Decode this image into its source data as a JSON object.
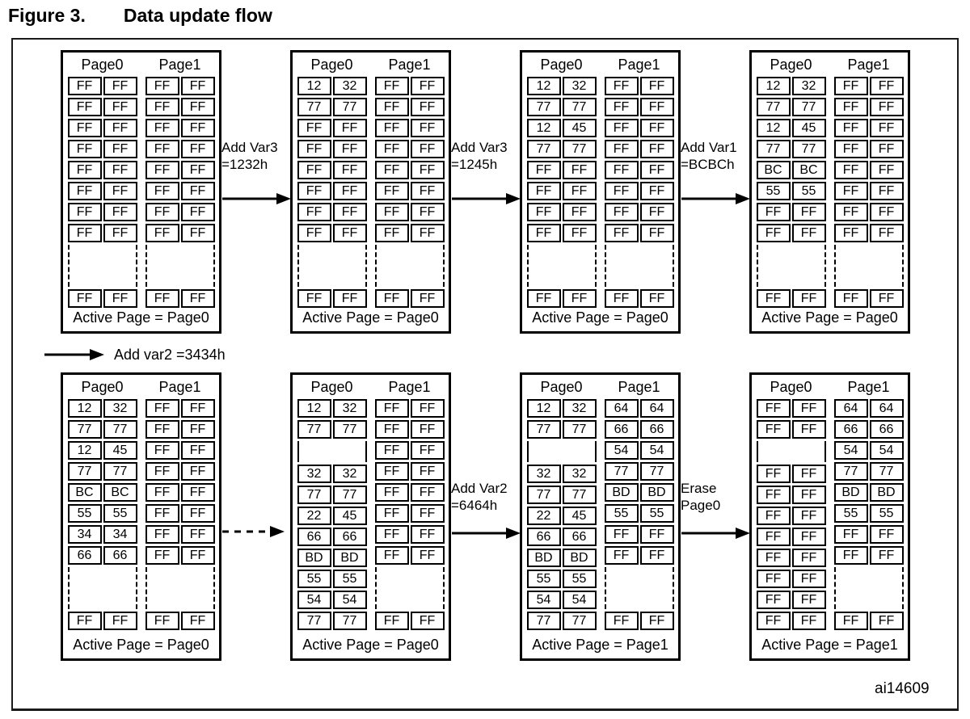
{
  "figure": {
    "label": "Figure 3.",
    "title": "Data update flow",
    "watermark": "ai14609"
  },
  "legend": {
    "text": "Add var2  =3434h"
  },
  "connectors": {
    "top": [
      {
        "lines": [
          "Add Var3",
          "=1232h"
        ],
        "style": "solid"
      },
      {
        "lines": [
          "Add Var3",
          "=1245h"
        ],
        "style": "solid"
      },
      {
        "lines": [
          "Add Var1",
          "=BCBCh"
        ],
        "style": "solid"
      }
    ],
    "bottom": [
      {
        "lines": [],
        "style": "dashed"
      },
      {
        "lines": [
          "Add Var2",
          "=6464h"
        ],
        "style": "solid"
      },
      {
        "lines": [
          "Erase",
          "Page0"
        ],
        "style": "solid"
      }
    ]
  },
  "colors": {
    "ink": "#000000",
    "paper": "#ffffff"
  },
  "panels": [
    {
      "headers": [
        "Page0",
        "Page1"
      ],
      "active": "Active Page = Page0",
      "page0": {
        "segments": [
          {
            "rows": [
              [
                "FF",
                "FF"
              ],
              [
                "FF",
                "FF"
              ],
              [
                "FF",
                "FF"
              ],
              [
                "FF",
                "FF"
              ],
              [
                "FF",
                "FF"
              ],
              [
                "FF",
                "FF"
              ],
              [
                "FF",
                "FF"
              ],
              [
                "FF",
                "FF"
              ]
            ]
          },
          {
            "gap": "dashed"
          },
          {
            "rows": [
              [
                "FF",
                "FF"
              ]
            ]
          }
        ]
      },
      "page1": {
        "segments": [
          {
            "rows": [
              [
                "FF",
                "FF"
              ],
              [
                "FF",
                "FF"
              ],
              [
                "FF",
                "FF"
              ],
              [
                "FF",
                "FF"
              ],
              [
                "FF",
                "FF"
              ],
              [
                "FF",
                "FF"
              ],
              [
                "FF",
                "FF"
              ],
              [
                "FF",
                "FF"
              ]
            ]
          },
          {
            "gap": "dashed"
          },
          {
            "rows": [
              [
                "FF",
                "FF"
              ]
            ]
          }
        ]
      }
    },
    {
      "headers": [
        "Page0",
        "Page1"
      ],
      "active": "Active Page = Page0",
      "page0": {
        "segments": [
          {
            "rows": [
              [
                "12",
                "32"
              ],
              [
                "77",
                "77"
              ],
              [
                "FF",
                "FF"
              ],
              [
                "FF",
                "FF"
              ],
              [
                "FF",
                "FF"
              ],
              [
                "FF",
                "FF"
              ],
              [
                "FF",
                "FF"
              ],
              [
                "FF",
                "FF"
              ]
            ]
          },
          {
            "gap": "dashed"
          },
          {
            "rows": [
              [
                "FF",
                "FF"
              ]
            ]
          }
        ]
      },
      "page1": {
        "segments": [
          {
            "rows": [
              [
                "FF",
                "FF"
              ],
              [
                "FF",
                "FF"
              ],
              [
                "FF",
                "FF"
              ],
              [
                "FF",
                "FF"
              ],
              [
                "FF",
                "FF"
              ],
              [
                "FF",
                "FF"
              ],
              [
                "FF",
                "FF"
              ],
              [
                "FF",
                "FF"
              ]
            ]
          },
          {
            "gap": "dashed"
          },
          {
            "rows": [
              [
                "FF",
                "FF"
              ]
            ]
          }
        ]
      }
    },
    {
      "headers": [
        "Page0",
        "Page1"
      ],
      "active": "Active Page = Page0",
      "page0": {
        "segments": [
          {
            "rows": [
              [
                "12",
                "32"
              ],
              [
                "77",
                "77"
              ],
              [
                "12",
                "45"
              ],
              [
                "77",
                "77"
              ],
              [
                "FF",
                "FF"
              ],
              [
                "FF",
                "FF"
              ],
              [
                "FF",
                "FF"
              ],
              [
                "FF",
                "FF"
              ]
            ]
          },
          {
            "gap": "dashed"
          },
          {
            "rows": [
              [
                "FF",
                "FF"
              ]
            ]
          }
        ]
      },
      "page1": {
        "segments": [
          {
            "rows": [
              [
                "FF",
                "FF"
              ],
              [
                "FF",
                "FF"
              ],
              [
                "FF",
                "FF"
              ],
              [
                "FF",
                "FF"
              ],
              [
                "FF",
                "FF"
              ],
              [
                "FF",
                "FF"
              ],
              [
                "FF",
                "FF"
              ],
              [
                "FF",
                "FF"
              ]
            ]
          },
          {
            "gap": "dashed"
          },
          {
            "rows": [
              [
                "FF",
                "FF"
              ]
            ]
          }
        ]
      }
    },
    {
      "headers": [
        "Page0",
        "Page1"
      ],
      "active": "Active Page = Page0",
      "page0": {
        "segments": [
          {
            "rows": [
              [
                "12",
                "32"
              ],
              [
                "77",
                "77"
              ],
              [
                "12",
                "45"
              ],
              [
                "77",
                "77"
              ],
              [
                "BC",
                "BC"
              ],
              [
                "55",
                "55"
              ],
              [
                "FF",
                "FF"
              ],
              [
                "FF",
                "FF"
              ]
            ]
          },
          {
            "gap": "dashed"
          },
          {
            "rows": [
              [
                "FF",
                "FF"
              ]
            ]
          }
        ]
      },
      "page1": {
        "segments": [
          {
            "rows": [
              [
                "FF",
                "FF"
              ],
              [
                "FF",
                "FF"
              ],
              [
                "FF",
                "FF"
              ],
              [
                "FF",
                "FF"
              ],
              [
                "FF",
                "FF"
              ],
              [
                "FF",
                "FF"
              ],
              [
                "FF",
                "FF"
              ],
              [
                "FF",
                "FF"
              ]
            ]
          },
          {
            "gap": "dashed"
          },
          {
            "rows": [
              [
                "FF",
                "FF"
              ]
            ]
          }
        ]
      }
    },
    {
      "headers": [
        "Page0",
        "Page1"
      ],
      "active": "Active Page = Page0",
      "page0": {
        "segments": [
          {
            "rows": [
              [
                "12",
                "32"
              ],
              [
                "77",
                "77"
              ],
              [
                "12",
                "45"
              ],
              [
                "77",
                "77"
              ],
              [
                "BC",
                "BC"
              ],
              [
                "55",
                "55"
              ],
              [
                "34",
                "34"
              ],
              [
                "66",
                "66"
              ]
            ]
          },
          {
            "gap": "dashed"
          },
          {
            "rows": [
              [
                "FF",
                "FF"
              ]
            ]
          }
        ]
      },
      "page1": {
        "segments": [
          {
            "rows": [
              [
                "FF",
                "FF"
              ],
              [
                "FF",
                "FF"
              ],
              [
                "FF",
                "FF"
              ],
              [
                "FF",
                "FF"
              ],
              [
                "FF",
                "FF"
              ],
              [
                "FF",
                "FF"
              ],
              [
                "FF",
                "FF"
              ],
              [
                "FF",
                "FF"
              ]
            ]
          },
          {
            "gap": "dashed"
          },
          {
            "rows": [
              [
                "FF",
                "FF"
              ]
            ]
          }
        ]
      }
    },
    {
      "headers": [
        "Page0",
        "Page1"
      ],
      "active": "Active Page = Page0",
      "page0": {
        "segments": [
          {
            "rows": [
              [
                "12",
                "32"
              ],
              [
                "77",
                "77"
              ]
            ]
          },
          {
            "gap": "solid"
          },
          {
            "rows": [
              [
                "32",
                "32"
              ],
              [
                "77",
                "77"
              ],
              [
                "22",
                "45"
              ],
              [
                "66",
                "66"
              ],
              [
                "BD",
                "BD"
              ],
              [
                "55",
                "55"
              ],
              [
                "54",
                "54"
              ],
              [
                "77",
                "77"
              ]
            ]
          }
        ]
      },
      "page1": {
        "segments": [
          {
            "rows": [
              [
                "FF",
                "FF"
              ],
              [
                "FF",
                "FF"
              ],
              [
                "FF",
                "FF"
              ],
              [
                "FF",
                "FF"
              ],
              [
                "FF",
                "FF"
              ],
              [
                "FF",
                "FF"
              ],
              [
                "FF",
                "FF"
              ],
              [
                "FF",
                "FF"
              ]
            ]
          },
          {
            "gap": "dashed"
          },
          {
            "rows": [
              [
                "FF",
                "FF"
              ]
            ]
          }
        ]
      }
    },
    {
      "headers": [
        "Page0",
        "Page1"
      ],
      "active": "Active Page = Page1",
      "page0": {
        "segments": [
          {
            "rows": [
              [
                "12",
                "32"
              ],
              [
                "77",
                "77"
              ]
            ]
          },
          {
            "gap": "solid"
          },
          {
            "rows": [
              [
                "32",
                "32"
              ],
              [
                "77",
                "77"
              ],
              [
                "22",
                "45"
              ],
              [
                "66",
                "66"
              ],
              [
                "BD",
                "BD"
              ],
              [
                "55",
                "55"
              ],
              [
                "54",
                "54"
              ],
              [
                "77",
                "77"
              ]
            ]
          }
        ]
      },
      "page1": {
        "segments": [
          {
            "rows": [
              [
                "64",
                "64"
              ],
              [
                "66",
                "66"
              ],
              [
                "54",
                "54"
              ],
              [
                "77",
                "77"
              ],
              [
                "BD",
                "BD"
              ],
              [
                "55",
                "55"
              ],
              [
                "FF",
                "FF"
              ],
              [
                "FF",
                "FF"
              ]
            ]
          },
          {
            "gap": "dashed"
          },
          {
            "rows": [
              [
                "FF",
                "FF"
              ]
            ]
          }
        ]
      }
    },
    {
      "headers": [
        "Page0",
        "Page1"
      ],
      "active": "Active Page = Page1",
      "page0": {
        "segments": [
          {
            "rows": [
              [
                "FF",
                "FF"
              ],
              [
                "FF",
                "FF"
              ]
            ]
          },
          {
            "gap": "solid"
          },
          {
            "rows": [
              [
                "FF",
                "FF"
              ],
              [
                "FF",
                "FF"
              ],
              [
                "FF",
                "FF"
              ],
              [
                "FF",
                "FF"
              ],
              [
                "FF",
                "FF"
              ],
              [
                "FF",
                "FF"
              ],
              [
                "FF",
                "FF"
              ],
              [
                "FF",
                "FF"
              ]
            ]
          }
        ]
      },
      "page1": {
        "segments": [
          {
            "rows": [
              [
                "64",
                "64"
              ],
              [
                "66",
                "66"
              ],
              [
                "54",
                "54"
              ],
              [
                "77",
                "77"
              ],
              [
                "BD",
                "BD"
              ],
              [
                "55",
                "55"
              ],
              [
                "FF",
                "FF"
              ],
              [
                "FF",
                "FF"
              ]
            ]
          },
          {
            "gap": "dashed"
          },
          {
            "rows": [
              [
                "FF",
                "FF"
              ]
            ]
          }
        ]
      }
    }
  ]
}
